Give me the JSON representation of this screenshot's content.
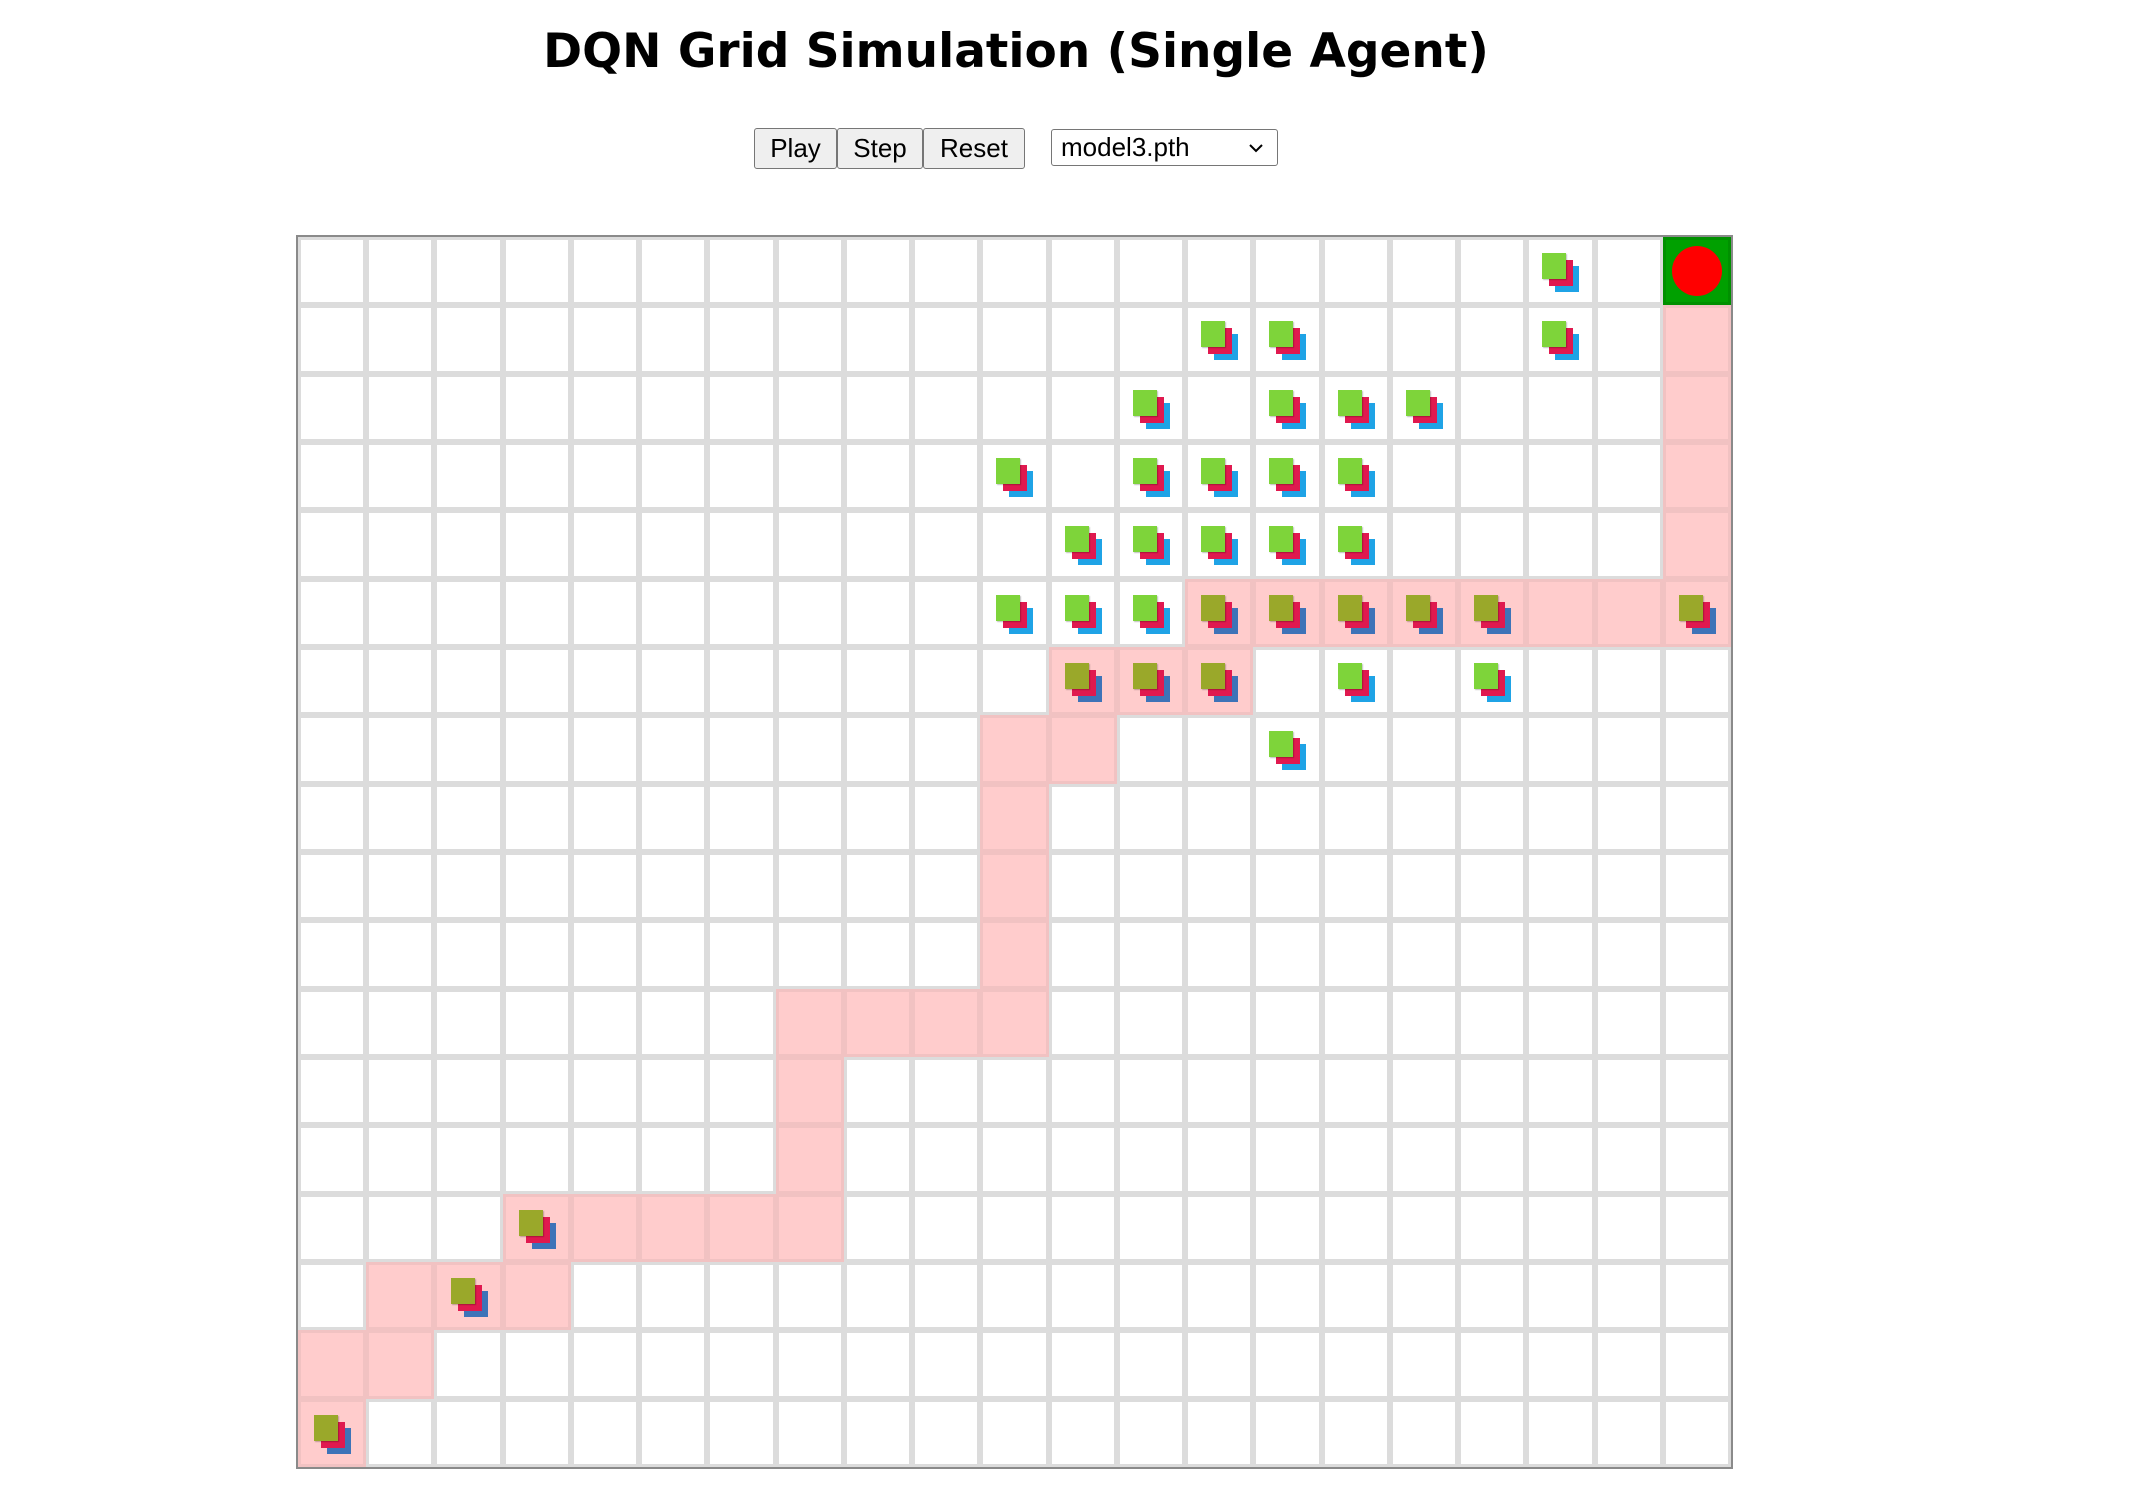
{
  "page": {
    "title": "DQN Grid Simulation (Single Agent)"
  },
  "controls": {
    "play_label": "Play",
    "step_label": "Step",
    "reset_label": "Reset",
    "model_selected": "model3.pth"
  },
  "grid": {
    "cols": 21,
    "rows": 18,
    "colors": {
      "empty": "#ffffff",
      "visited": "#ffcccc",
      "goal": "#00a000",
      "goal_marker": "#ff0000",
      "grid_line": "#dcdcdc"
    },
    "goal": {
      "row": 0,
      "col": 20
    },
    "visited": [
      [
        0,
        20
      ],
      [
        1,
        20
      ],
      [
        2,
        20
      ],
      [
        3,
        20
      ],
      [
        4,
        20
      ],
      [
        5,
        20
      ],
      [
        5,
        19
      ],
      [
        5,
        18
      ],
      [
        5,
        17
      ],
      [
        5,
        16
      ],
      [
        5,
        15
      ],
      [
        5,
        14
      ],
      [
        5,
        13
      ],
      [
        6,
        13
      ],
      [
        6,
        12
      ],
      [
        6,
        11
      ],
      [
        7,
        11
      ],
      [
        7,
        10
      ],
      [
        8,
        10
      ],
      [
        9,
        10
      ],
      [
        10,
        10
      ],
      [
        11,
        10
      ],
      [
        11,
        9
      ],
      [
        11,
        8
      ],
      [
        11,
        7
      ],
      [
        12,
        7
      ],
      [
        13,
        7
      ],
      [
        14,
        7
      ],
      [
        14,
        6
      ],
      [
        14,
        5
      ],
      [
        14,
        4
      ],
      [
        14,
        3
      ],
      [
        15,
        3
      ],
      [
        15,
        2
      ],
      [
        15,
        1
      ],
      [
        16,
        1
      ],
      [
        16,
        0
      ],
      [
        17,
        0
      ]
    ],
    "agent_icons": [
      [
        0,
        18
      ],
      [
        1,
        13
      ],
      [
        1,
        14
      ],
      [
        1,
        18
      ],
      [
        2,
        12
      ],
      [
        2,
        14
      ],
      [
        2,
        15
      ],
      [
        2,
        16
      ],
      [
        3,
        10
      ],
      [
        3,
        12
      ],
      [
        3,
        13
      ],
      [
        3,
        14
      ],
      [
        3,
        15
      ],
      [
        4,
        11
      ],
      [
        4,
        12
      ],
      [
        4,
        13
      ],
      [
        4,
        14
      ],
      [
        4,
        15
      ],
      [
        5,
        10
      ],
      [
        5,
        11
      ],
      [
        5,
        12
      ],
      [
        5,
        13
      ],
      [
        5,
        14
      ],
      [
        5,
        15
      ],
      [
        5,
        16
      ],
      [
        5,
        17
      ],
      [
        5,
        20
      ],
      [
        6,
        11
      ],
      [
        6,
        12
      ],
      [
        6,
        13
      ],
      [
        6,
        15
      ],
      [
        6,
        17
      ],
      [
        7,
        14
      ],
      [
        14,
        3
      ],
      [
        15,
        2
      ],
      [
        17,
        0
      ]
    ],
    "icon_name": "agent-stack-icon"
  }
}
